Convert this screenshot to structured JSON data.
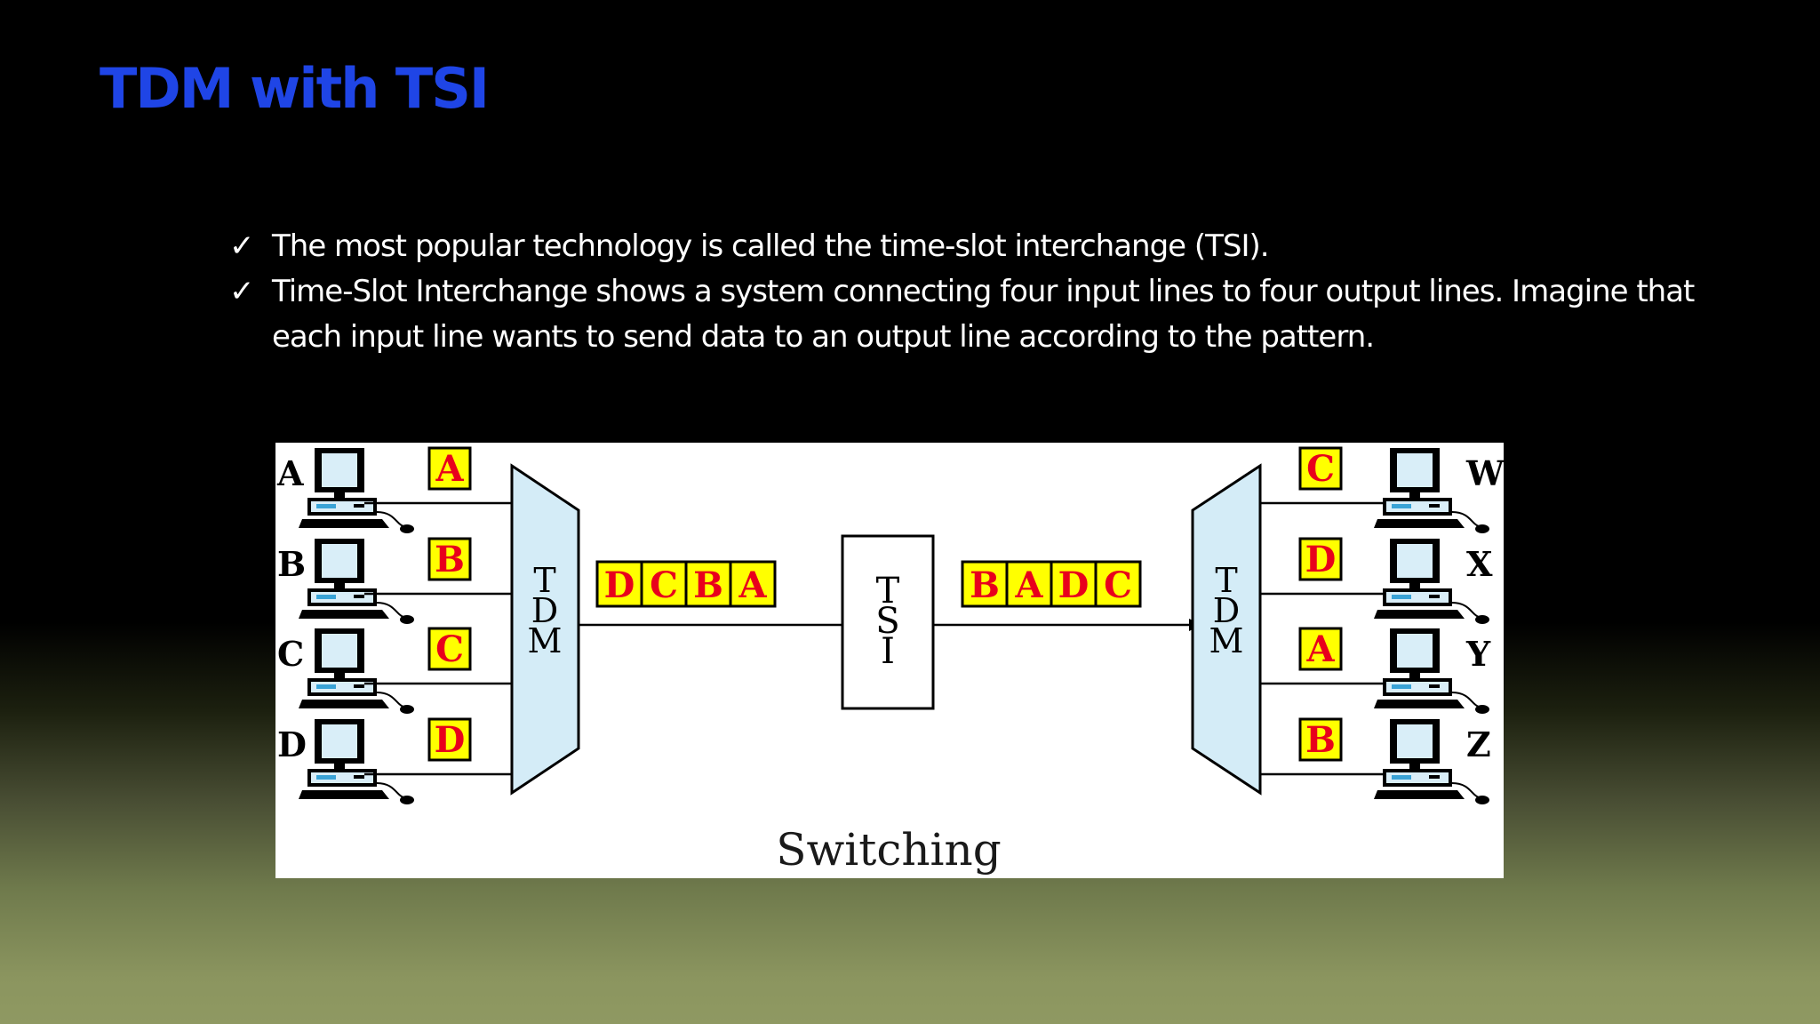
{
  "slide": {
    "title": "TDM with TSI",
    "bullets": [
      "The most popular technology is called the time-slot interchange (TSI).",
      "Time-Slot Interchange shows a system connecting four input lines to four output lines. Imagine that each input line wants to send data to an output line according to the pattern."
    ],
    "bullet_icon": "check-mark-icon"
  },
  "diagram": {
    "input_lines": [
      "A",
      "B",
      "C",
      "D"
    ],
    "input_slots": [
      "A",
      "B",
      "C",
      "D"
    ],
    "input_mux_label": [
      "T",
      "D",
      "M"
    ],
    "input_frame": [
      "D",
      "C",
      "B",
      "A"
    ],
    "switch_label": [
      "T",
      "S",
      "I"
    ],
    "output_frame": [
      "B",
      "A",
      "D",
      "C"
    ],
    "output_mux_label": [
      "T",
      "D",
      "M"
    ],
    "output_slots": [
      "C",
      "D",
      "A",
      "B"
    ],
    "output_lines": [
      "W",
      "X",
      "Y",
      "Z"
    ],
    "caption": "Switching",
    "colors": {
      "slot_fill": "#ffff00",
      "slot_text": "#e8001c",
      "mux_fill": "#d4ecf7",
      "computer_fill": "#d9eef8"
    }
  }
}
